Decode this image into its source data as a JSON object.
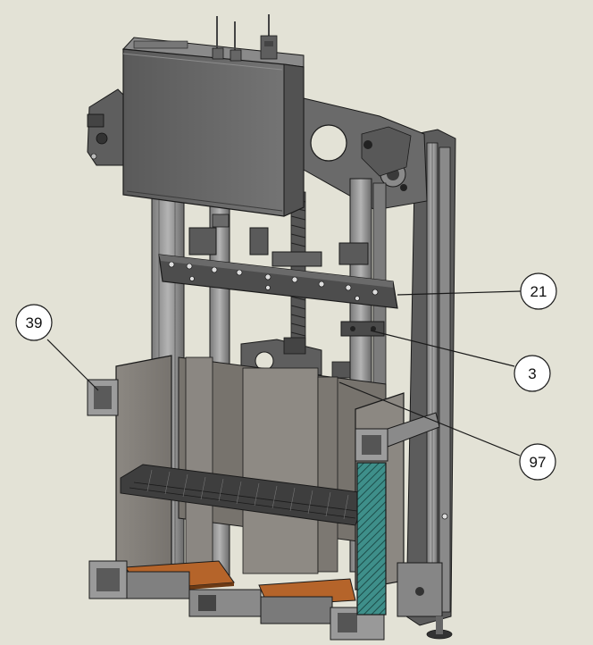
{
  "callouts": [
    {
      "label": "21"
    },
    {
      "label": "3"
    },
    {
      "label": "97"
    },
    {
      "label": "39"
    }
  ],
  "colors": {
    "background": "#e3e2d6",
    "metal_dark": "#4a4a4a",
    "metal_mid": "#6e6e6e",
    "metal_light": "#9a9a9a",
    "panel": "#8a8680",
    "copper": "#b5642a",
    "teal_hatch": "#3e8f8a",
    "line": "#1a1a1a"
  }
}
